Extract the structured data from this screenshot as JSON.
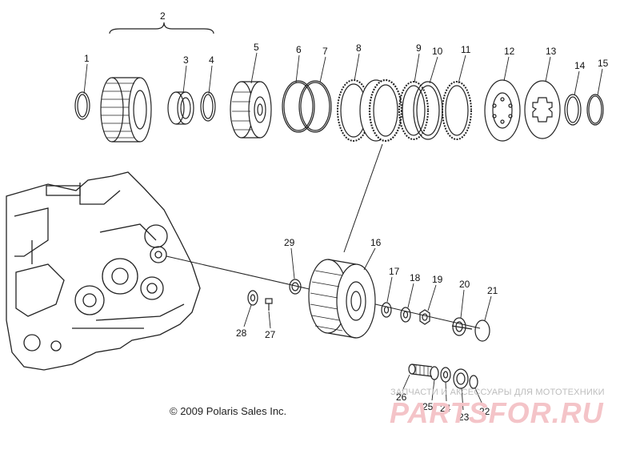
{
  "diagram": {
    "copyright": "© 2009 Polaris Sales Inc.",
    "part_numbers": [
      "1",
      "2",
      "3",
      "4",
      "5",
      "6",
      "7",
      "8",
      "9",
      "10",
      "11",
      "12",
      "13",
      "14",
      "15",
      "16",
      "17",
      "18",
      "19",
      "20",
      "21",
      "22",
      "23",
      "24",
      "25",
      "26",
      "27",
      "28",
      "29"
    ]
  },
  "watermark": {
    "tagline": "ЗАПЧАСТИ И АКСЕССУАРЫ ДЛЯ МОТОТЕХНИКИ",
    "logo": "PARTSFOR.RU"
  },
  "colors": {
    "line": "#222222",
    "watermark_logo": "#f4c4c8",
    "watermark_text": "#bdbdbd"
  }
}
